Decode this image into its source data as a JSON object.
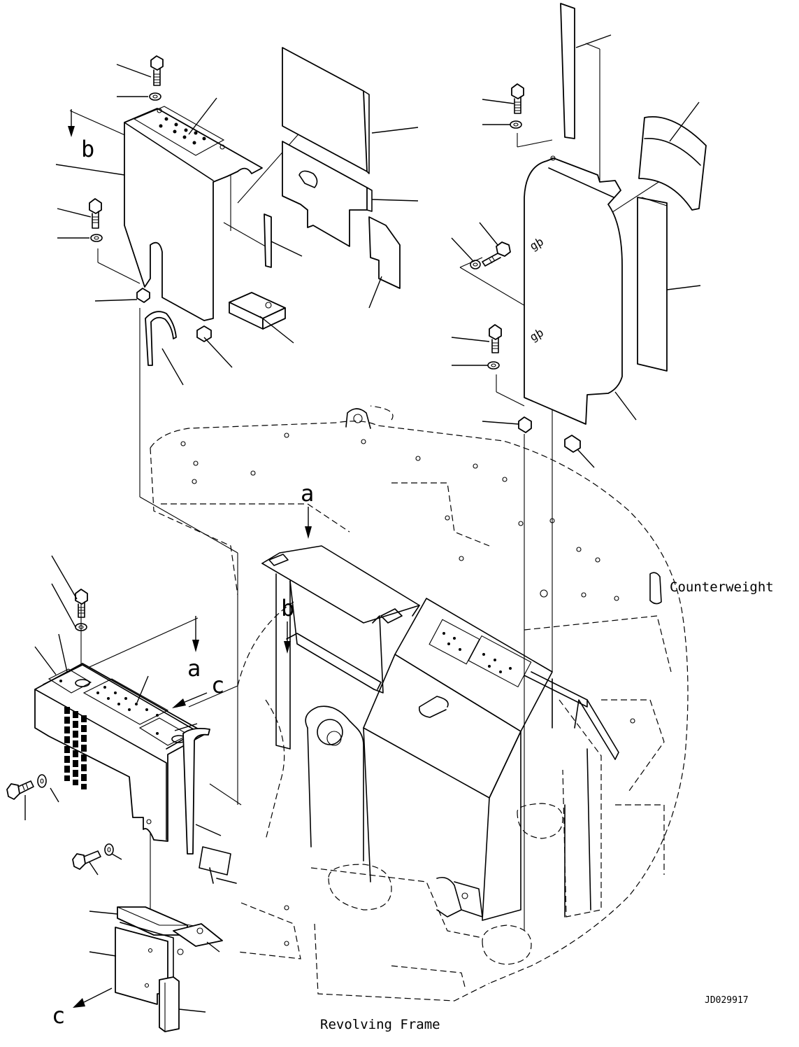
{
  "labels": {
    "counterweight": "Counterweight",
    "revolving_frame": "Revolving Frame",
    "drawing_number": "JD029917",
    "arrow_a": "a",
    "arrow_b": "b",
    "arrow_c": "c"
  },
  "icons": {
    "bolt": "bolt-icon",
    "washer": "washer-icon",
    "clip": "clip-icon"
  },
  "colors": {
    "ink": "#000000",
    "paper": "#ffffff"
  }
}
